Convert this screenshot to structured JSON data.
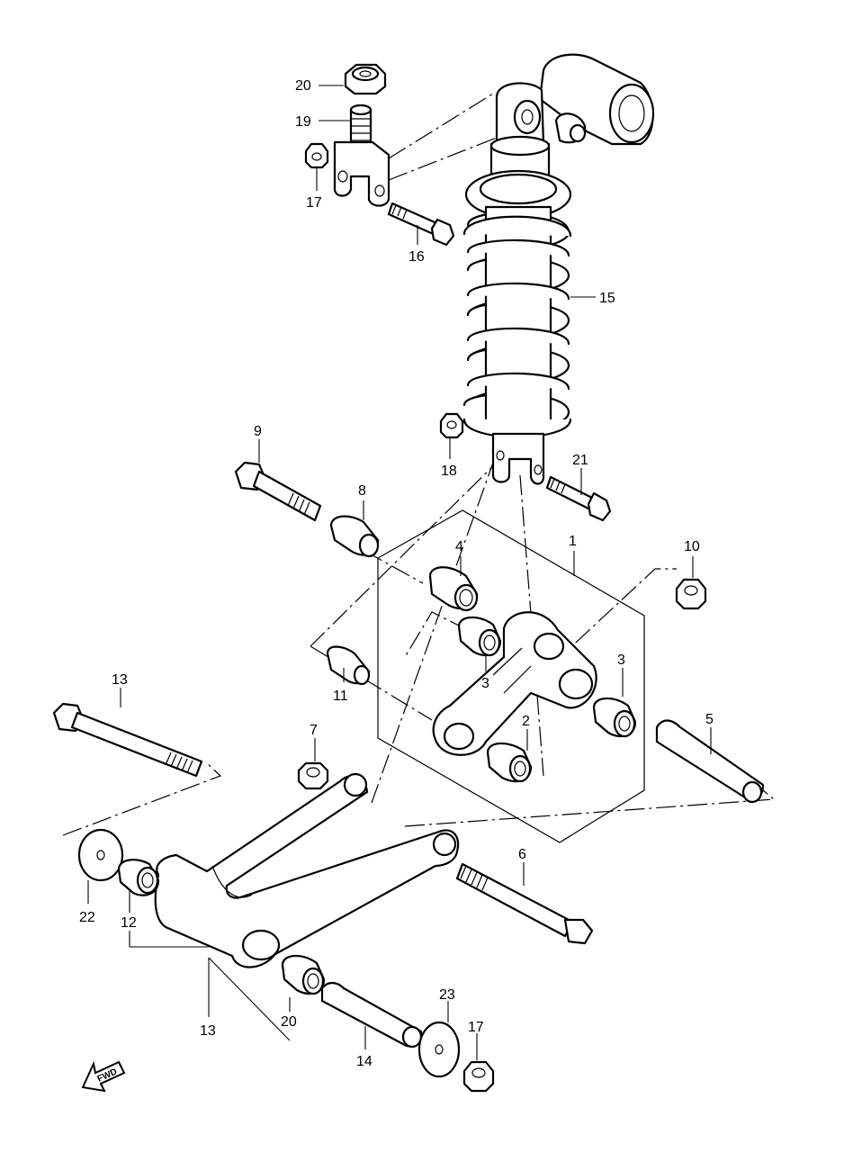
{
  "diagram": {
    "parts": [
      {
        "id": "p1",
        "number": "1"
      },
      {
        "id": "p2",
        "number": "2"
      },
      {
        "id": "p3a",
        "number": "3"
      },
      {
        "id": "p3b",
        "number": "3"
      },
      {
        "id": "p4",
        "number": "4"
      },
      {
        "id": "p5",
        "number": "5"
      },
      {
        "id": "p6",
        "number": "6"
      },
      {
        "id": "p7",
        "number": "7"
      },
      {
        "id": "p8",
        "number": "8"
      },
      {
        "id": "p9",
        "number": "9"
      },
      {
        "id": "p10",
        "number": "10"
      },
      {
        "id": "p11",
        "number": "11"
      },
      {
        "id": "p12",
        "number": "12"
      },
      {
        "id": "p13a",
        "number": "13"
      },
      {
        "id": "p13b",
        "number": "13"
      },
      {
        "id": "p14",
        "number": "14"
      },
      {
        "id": "p15",
        "number": "15"
      },
      {
        "id": "p16",
        "number": "16"
      },
      {
        "id": "p17a",
        "number": "17"
      },
      {
        "id": "p17b",
        "number": "17"
      },
      {
        "id": "p18",
        "number": "18"
      },
      {
        "id": "p19",
        "number": "19"
      },
      {
        "id": "p20a",
        "number": "20"
      },
      {
        "id": "p20b",
        "number": "20"
      },
      {
        "id": "p21",
        "number": "21"
      },
      {
        "id": "p22",
        "number": "22"
      },
      {
        "id": "p23",
        "number": "23"
      }
    ],
    "forward_arrow_label": "FWD"
  }
}
